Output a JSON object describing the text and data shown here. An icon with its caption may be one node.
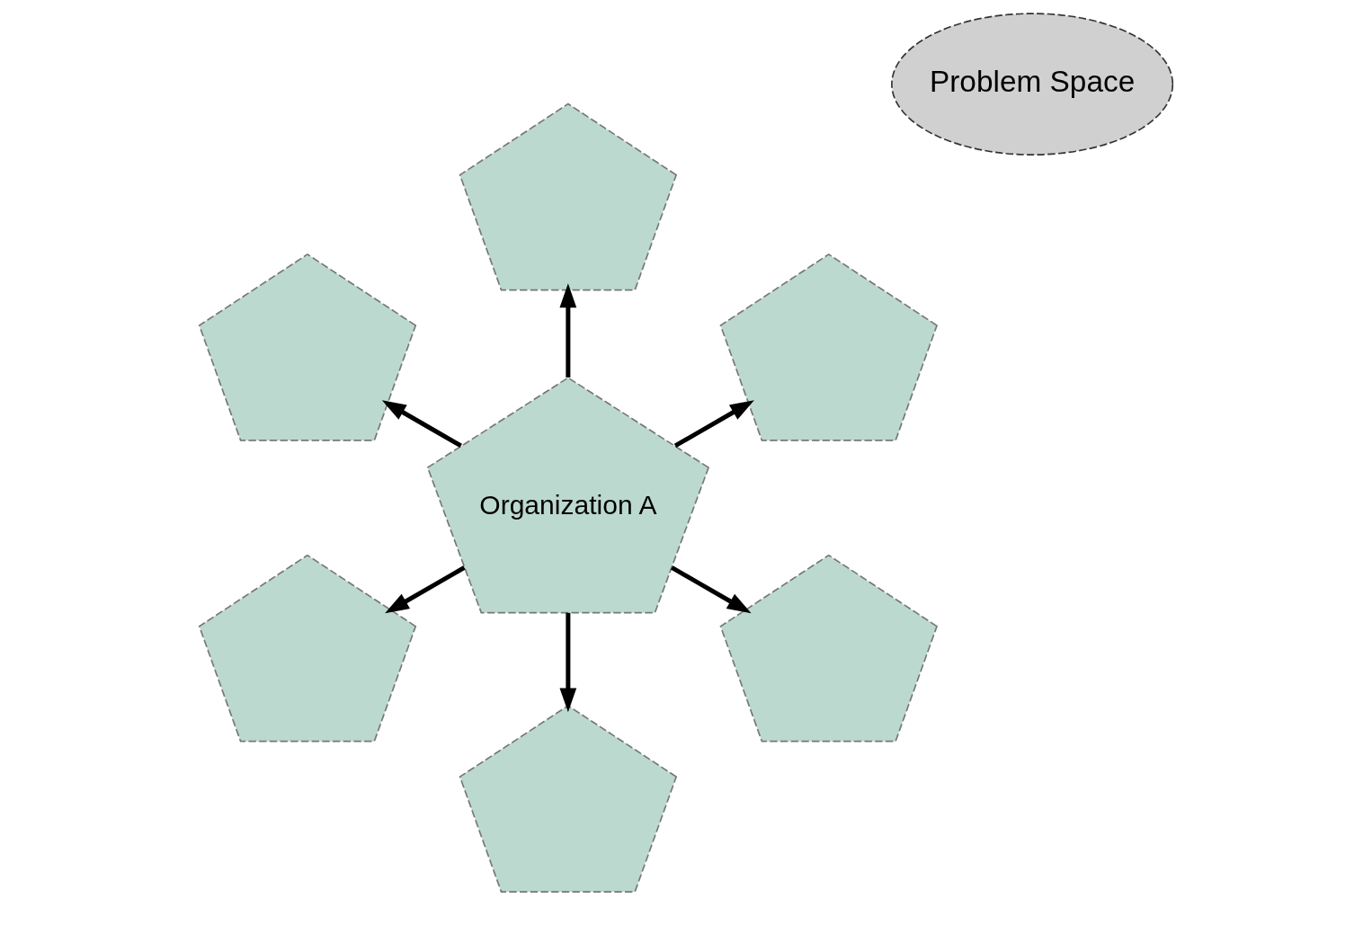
{
  "diagram": {
    "nodes": [
      {
        "text": [
          "Problem Space"
        ]
      },
      {
        "text": [
          "Organization A"
        ]
      },
      {
        "text": [],
        "shape": "pentagon"
      },
      {
        "text": [],
        "shape": "pentagon"
      },
      {
        "text": [],
        "shape": "pentagon"
      },
      {
        "text": [],
        "shape": "pentagon"
      },
      {
        "text": [],
        "shape": "pentagon"
      },
      {
        "text": [],
        "shape": "pentagon"
      }
    ],
    "edges": [
      {
        "from": 1,
        "to": 2,
        "arrow": "to"
      },
      {
        "from": 1,
        "to": 3,
        "arrow": "to"
      },
      {
        "from": 1,
        "to": 4,
        "arrow": "to"
      },
      {
        "from": 1,
        "to": 5,
        "arrow": "to"
      },
      {
        "from": 1,
        "to": 6,
        "arrow": "to"
      },
      {
        "from": 1,
        "to": 7,
        "arrow": "to"
      }
    ]
  }
}
